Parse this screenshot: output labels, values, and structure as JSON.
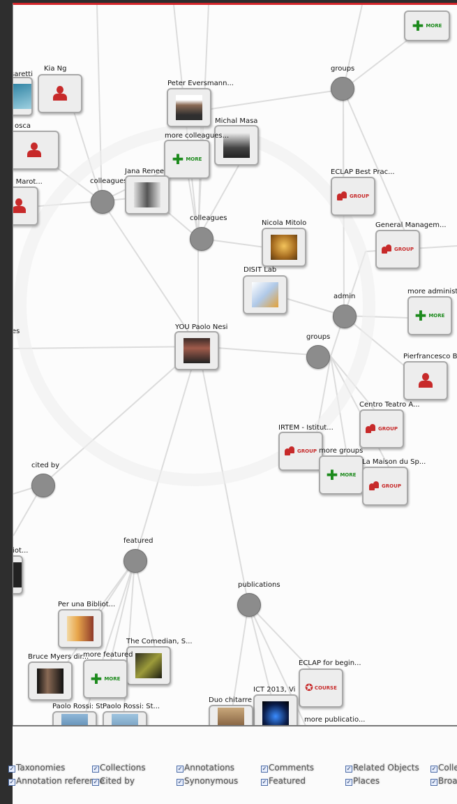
{
  "graph": {
    "hubs": [
      {
        "id": "groups_top",
        "label": "groups"
      },
      {
        "id": "colleagues_left",
        "label": "colleagues"
      },
      {
        "id": "colleagues_mid",
        "label": "colleagues"
      },
      {
        "id": "admin",
        "label": "admin"
      },
      {
        "id": "groups_mid",
        "label": "groups"
      },
      {
        "id": "cited_by",
        "label": "cited by"
      },
      {
        "id": "featured",
        "label": "featured"
      },
      {
        "id": "publications",
        "label": "publications"
      }
    ],
    "nodes": [
      {
        "id": "more_top",
        "label": "",
        "kind": "more"
      },
      {
        "id": "kia",
        "label": "Kia Ng",
        "kind": "user"
      },
      {
        "id": "saretti",
        "label": "saretti",
        "kind": "photo"
      },
      {
        "id": "osca",
        "label": "osca",
        "kind": "user"
      },
      {
        "id": "marot",
        "label": "cio Marot...",
        "kind": "user"
      },
      {
        "id": "peter",
        "label": "Peter Eversmann...",
        "kind": "photo"
      },
      {
        "id": "michal",
        "label": "Michal Masa",
        "kind": "photo"
      },
      {
        "id": "more_colleagues",
        "label": "more colleagues...",
        "kind": "more"
      },
      {
        "id": "jana",
        "label": "Jana Renee",
        "kind": "photo"
      },
      {
        "id": "eclap_best",
        "label": "ECLAP Best Prac...",
        "kind": "group"
      },
      {
        "id": "general",
        "label": "General Managem...",
        "kind": "group"
      },
      {
        "id": "nicola",
        "label": "Nicola Mitolo",
        "kind": "photo"
      },
      {
        "id": "disit",
        "label": "DISIT Lab",
        "kind": "photo"
      },
      {
        "id": "more_admin",
        "label": "more administ",
        "kind": "more"
      },
      {
        "id": "you",
        "label": "YOU Paolo Nesi",
        "kind": "photo"
      },
      {
        "id": "pierfrancesco",
        "label": "Pierfrancesco B.",
        "kind": "user"
      },
      {
        "id": "centro",
        "label": "Centro Teatro A...",
        "kind": "group"
      },
      {
        "id": "irtem",
        "label": "IRTEM - Istitut...",
        "kind": "group"
      },
      {
        "id": "more_groups",
        "label": "more groups",
        "kind": "more"
      },
      {
        "id": "maison",
        "label": "La Maison du Sp...",
        "kind": "group"
      },
      {
        "id": "es",
        "label": "es",
        "kind": "none"
      },
      {
        "id": "bliot",
        "label": "bliot...",
        "kind": "photo"
      },
      {
        "id": "bibliot",
        "label": "Per una Bibliot...",
        "kind": "photo"
      },
      {
        "id": "comedian",
        "label": "The Comedian, S...",
        "kind": "photo"
      },
      {
        "id": "bruce",
        "label": "Bruce Myers dir...",
        "kind": "photo"
      },
      {
        "id": "more_featured",
        "label": "more featured",
        "kind": "more"
      },
      {
        "id": "paolo_rossi1",
        "label": "Paolo Rossi: St",
        "kind": "photo"
      },
      {
        "id": "paolo_rossi2",
        "label": "Paolo Rossi: St...",
        "kind": "photo"
      },
      {
        "id": "eclap_begin",
        "label": "ECLAP for begin...",
        "kind": "course"
      },
      {
        "id": "ict2013",
        "label": "ICT 2013, Vi",
        "kind": "photo"
      },
      {
        "id": "duo",
        "label": "Duo chitarre",
        "kind": "photo"
      },
      {
        "id": "more_publications",
        "label": "more publicatio...",
        "kind": "none"
      }
    ],
    "more_text": "MORE",
    "group_text": "GROUP",
    "course_text": "COURSE"
  },
  "filters": [
    {
      "label": "Taxonomies",
      "checked": true
    },
    {
      "label": "Collections",
      "checked": true
    },
    {
      "label": "Annotations",
      "checked": true
    },
    {
      "label": "Comments",
      "checked": true
    },
    {
      "label": "Related Objects",
      "checked": true
    },
    {
      "label": "Colle",
      "checked": true
    },
    {
      "label": "Annotation reference",
      "checked": true
    },
    {
      "label": "Cited by",
      "checked": true
    },
    {
      "label": "Synonymous",
      "checked": true
    },
    {
      "label": "Featured",
      "checked": true
    },
    {
      "label": "Places",
      "checked": true
    },
    {
      "label": "Broa",
      "checked": true
    }
  ]
}
